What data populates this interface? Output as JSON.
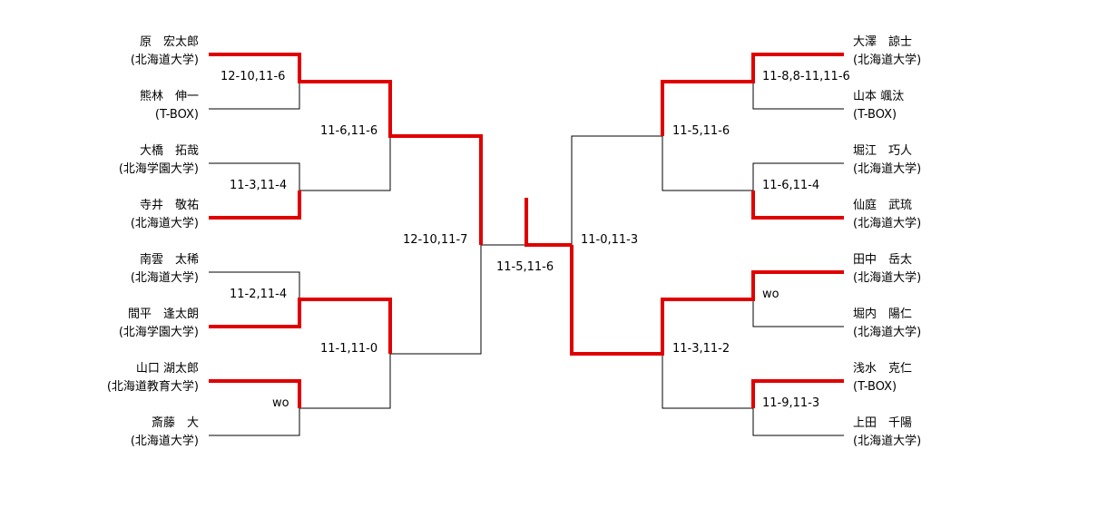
{
  "players": {
    "left": [
      {
        "name": "原　宏太郎",
        "club": "(北海道大学)"
      },
      {
        "name": "熊林　伸一",
        "club": "(T-BOX)"
      },
      {
        "name": "大橋　拓哉",
        "club": "(北海学園大学)"
      },
      {
        "name": "寺井　敬祐",
        "club": "(北海道大学)"
      },
      {
        "name": "南雲　太稀",
        "club": "(北海道大学)"
      },
      {
        "name": "間平　逢太朗",
        "club": "(北海学園大学)"
      },
      {
        "name": "山口 湖太郎",
        "club": "(北海道教育大学)"
      },
      {
        "name": "斎藤　大",
        "club": "(北海道大学)"
      }
    ],
    "right": [
      {
        "name": "大澤　諒士",
        "club": "(北海道大学)"
      },
      {
        "name": "山本 颯汰",
        "club": "(T-BOX)"
      },
      {
        "name": "堀江　巧人",
        "club": "(北海道大学)"
      },
      {
        "name": "仙庭　武琉",
        "club": "(北海道大学)"
      },
      {
        "name": "田中　岳太",
        "club": "(北海道大学)"
      },
      {
        "name": "堀内　陽仁",
        "club": "(北海道大学)"
      },
      {
        "name": "浅水　克仁",
        "club": "(T-BOX)"
      },
      {
        "name": "上田　千陽",
        "club": "(北海道大学)"
      }
    ]
  },
  "scores": {
    "left_r1": [
      "12-10,11-6",
      "11-3,11-4",
      "11-2,11-4",
      "wo"
    ],
    "left_r2": [
      "11-6,11-6",
      "11-1,11-0"
    ],
    "left_semi": "12-10,11-7",
    "final": "11-5,11-6",
    "right_semi": "11-0,11-3",
    "right_r2": [
      "11-5,11-6",
      "11-3,11-2"
    ],
    "right_r1": [
      "11-8,8-11,11-6",
      "11-6,11-4",
      "wo",
      "11-9,11-3"
    ]
  },
  "colors": {
    "winner_line": "#e00000",
    "line": "#000000"
  }
}
